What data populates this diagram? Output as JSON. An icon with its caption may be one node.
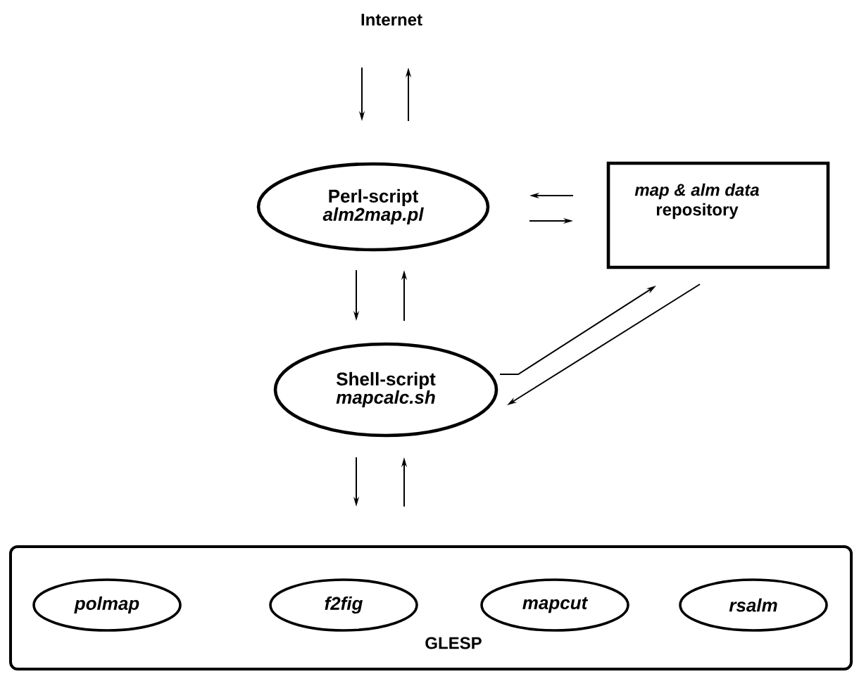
{
  "diagram": {
    "nodes": [
      {
        "text": [
          "Internet"
        ]
      },
      {
        "text": [
          "Perl-script",
          "alm2map.pl"
        ]
      },
      {
        "text": [
          "map & alm data",
          "repository"
        ]
      },
      {
        "text": [
          "Shell-script",
          "mapcalc.sh"
        ]
      },
      {
        "text": [
          "GLESP"
        ]
      },
      {
        "text": [
          "polmap"
        ],
        "in": 4
      },
      {
        "text": [
          "f2fig"
        ],
        "in": 4
      },
      {
        "text": [
          "mapcut"
        ],
        "in": 4
      },
      {
        "text": [
          "rsalm"
        ],
        "in": 4
      }
    ],
    "edges": [
      {
        "from": 0,
        "to": 1,
        "arrow": "to"
      },
      {
        "from": 1,
        "to": 0,
        "arrow": "to"
      },
      {
        "from": 2,
        "to": 1,
        "arrow": "to"
      },
      {
        "from": 1,
        "to": 2,
        "arrow": "to"
      },
      {
        "from": 1,
        "to": 3,
        "arrow": "to"
      },
      {
        "from": 3,
        "to": 1,
        "arrow": "to"
      },
      {
        "from": 3,
        "to": 2,
        "arrow": "to"
      },
      {
        "from": 2,
        "to": 3,
        "arrow": "to"
      },
      {
        "from": 3,
        "to": 4,
        "arrow": "to"
      },
      {
        "from": 4,
        "to": 3,
        "arrow": "to"
      }
    ]
  }
}
